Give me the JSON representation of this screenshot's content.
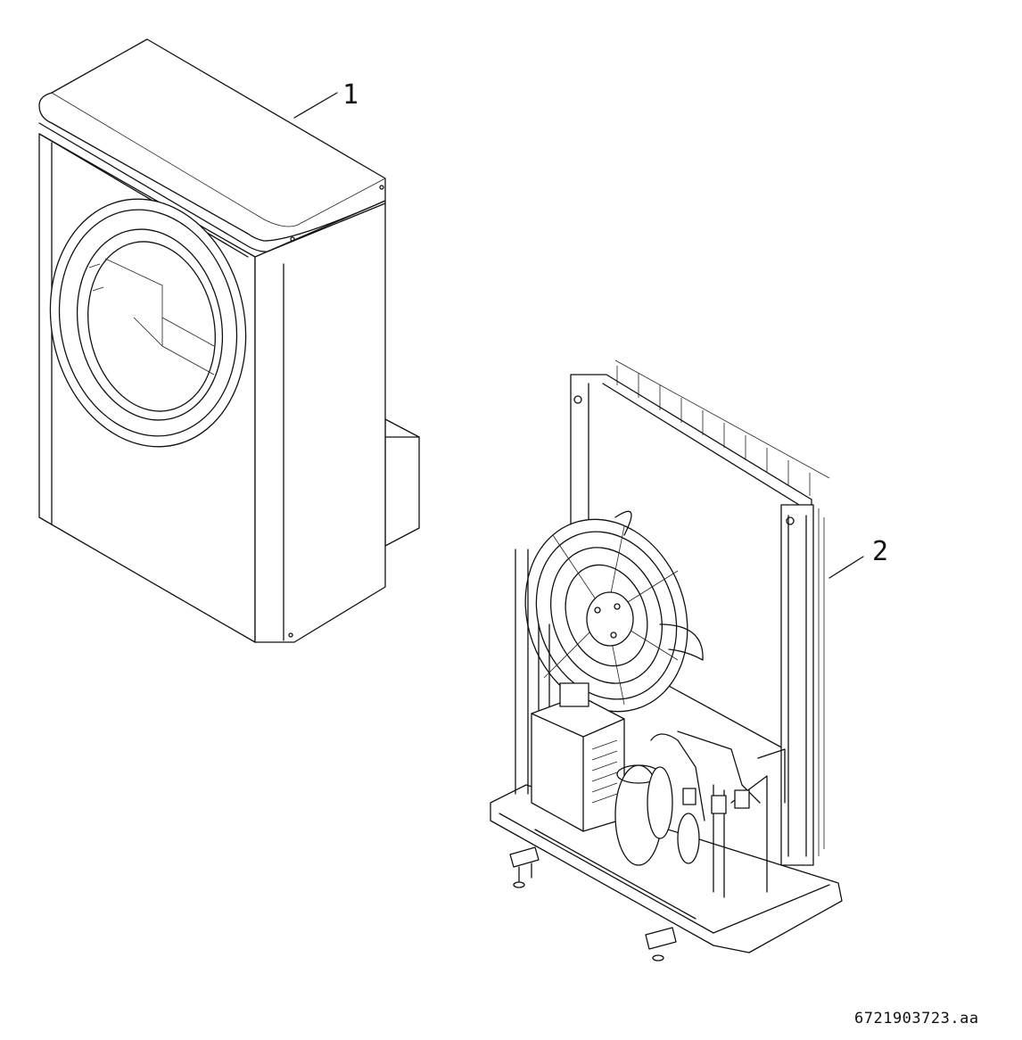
{
  "callouts": {
    "item_1": "1",
    "item_2": "2"
  },
  "drawing_number": "6721903723.aa",
  "icons": {
    "casing": "heat-pump-casing-icon",
    "internal_unit": "heat-pump-internals-icon"
  }
}
